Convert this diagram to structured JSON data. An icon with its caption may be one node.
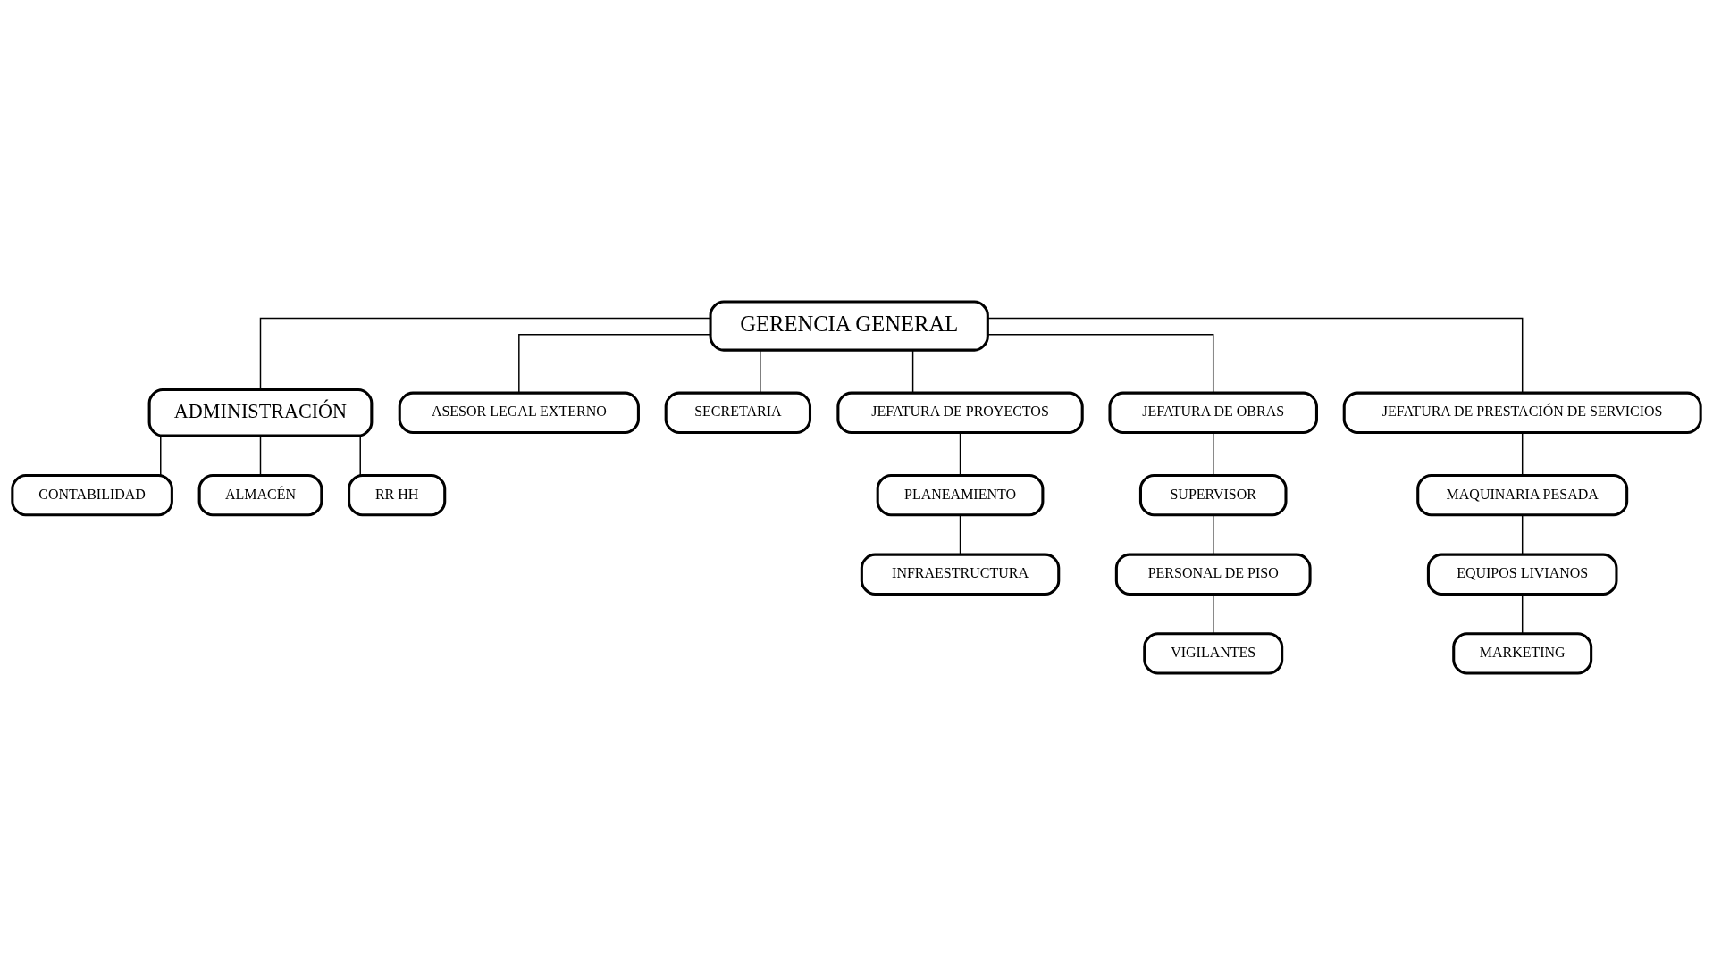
{
  "diagram": {
    "nodes": [
      {
        "text": [
          "GERENCIA GENERAL"
        ]
      },
      {
        "text": [
          "ADMINISTRACIÓN"
        ]
      },
      {
        "text": [
          "ASESOR LEGAL EXTERNO"
        ]
      },
      {
        "text": [
          "CONTABILIDAD"
        ]
      },
      {
        "text": [
          "ALMACÉN"
        ]
      },
      {
        "text": [
          "RR HH"
        ]
      },
      {
        "text": [
          "SECRETARIA"
        ]
      },
      {
        "text": [
          "JEFATURA DE PROYECTOS"
        ]
      },
      {
        "text": [
          "JEFATURA DE OBRAS"
        ]
      },
      {
        "text": [
          "JEFATURA DE PRESTACIÓN DE SERVICIOS"
        ]
      },
      {
        "text": [
          "PLANEAMIENTO"
        ]
      },
      {
        "text": [
          "SUPERVISOR"
        ]
      },
      {
        "text": [
          "MAQUINARIA PESADA"
        ]
      },
      {
        "text": [
          "PERSONAL DE PISO"
        ]
      },
      {
        "text": [
          "EQUIPOS LIVIANOS"
        ]
      },
      {
        "text": [
          "INFRAESTRUCTURA"
        ]
      },
      {
        "text": [
          "VIGILANTES"
        ]
      },
      {
        "text": [
          "MARKETING"
        ]
      }
    ],
    "edges": [
      {
        "from": 0,
        "to": 1,
        "arrow": "none"
      },
      {
        "from": 0,
        "to": 2,
        "arrow": "none"
      },
      {
        "from": 0,
        "to": 6,
        "arrow": "none"
      },
      {
        "from": 1,
        "to": 3,
        "arrow": "none"
      },
      {
        "from": 1,
        "to": 4,
        "arrow": "none"
      },
      {
        "from": 1,
        "to": 5,
        "arrow": "none"
      },
      {
        "from": 0,
        "to": 7,
        "arrow": "none"
      },
      {
        "from": 0,
        "to": 8,
        "arrow": "none"
      },
      {
        "from": 0,
        "to": 9,
        "arrow": "none"
      },
      {
        "from": 7,
        "to": 10,
        "arrow": "none"
      },
      {
        "from": 10,
        "to": 15,
        "arrow": "none"
      },
      {
        "from": 8,
        "to": 11,
        "arrow": "none"
      },
      {
        "from": 11,
        "to": 13,
        "arrow": "none"
      },
      {
        "from": 13,
        "to": 16,
        "arrow": "none"
      },
      {
        "from": 9,
        "to": 12,
        "arrow": "none"
      },
      {
        "from": 12,
        "to": 14,
        "arrow": "none"
      },
      {
        "from": 14,
        "to": 17,
        "arrow": "none"
      }
    ]
  }
}
